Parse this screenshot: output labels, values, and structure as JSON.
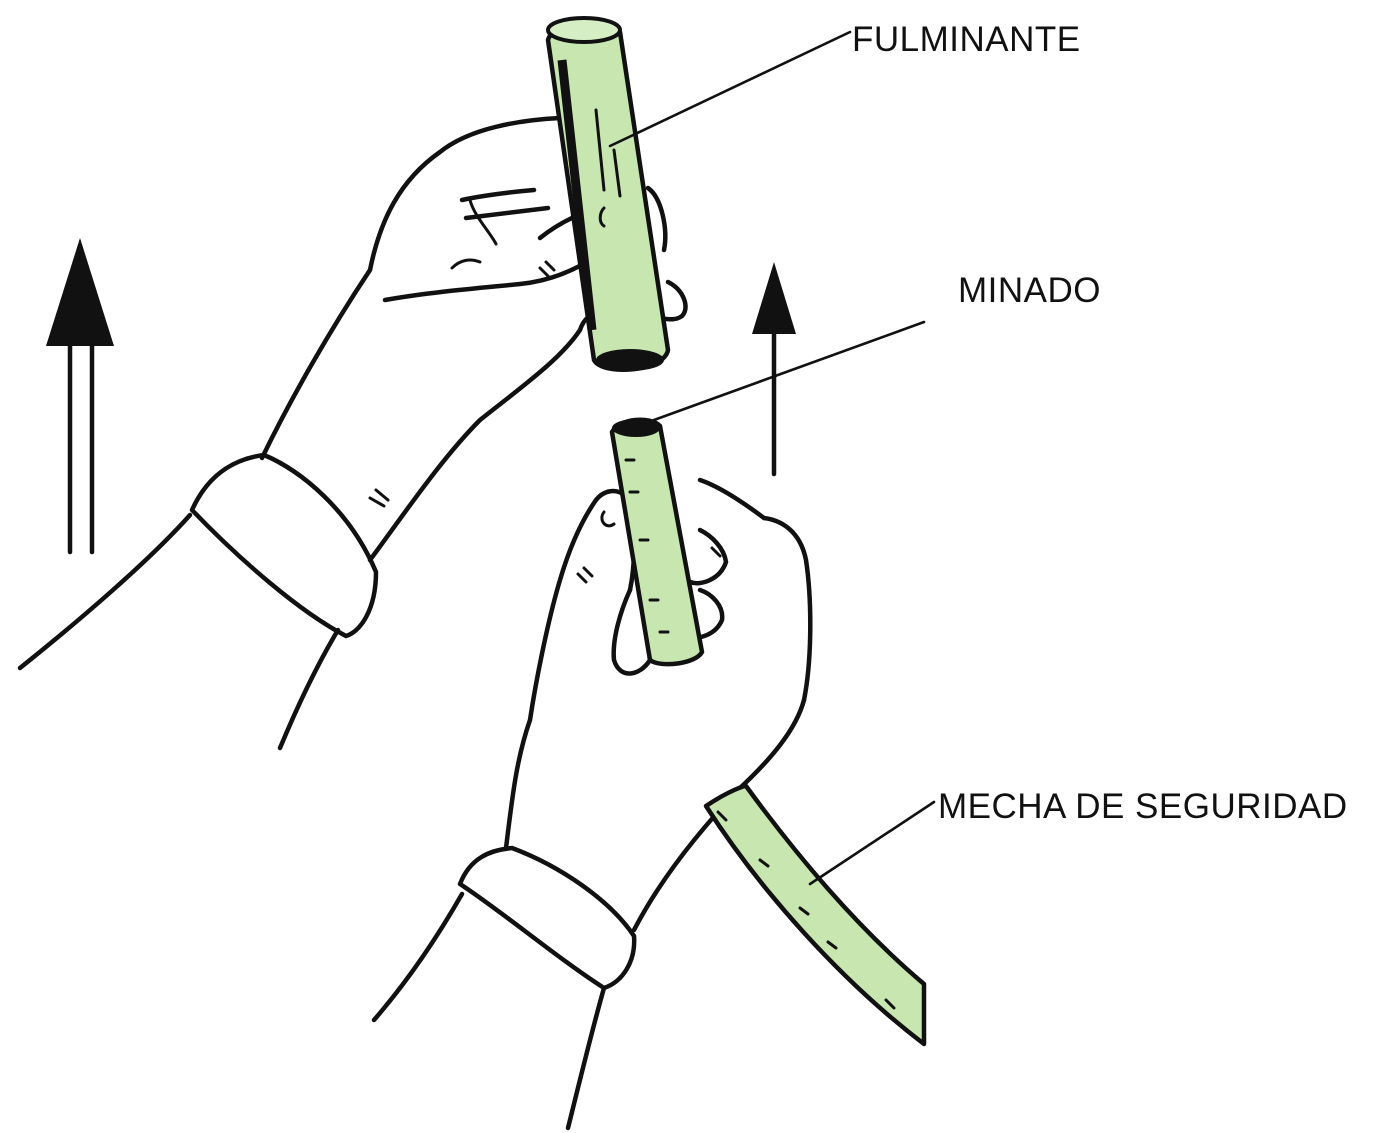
{
  "labels": {
    "fulminante": "FULMINANTE",
    "minado": "MINADO",
    "mecha": "MECHA DE SEGURIDAD"
  },
  "colors": {
    "background": "#ffffff",
    "ink": "#111111",
    "tube_fill": "#c8e6b0"
  },
  "icons": [
    "up-arrow-icon"
  ]
}
